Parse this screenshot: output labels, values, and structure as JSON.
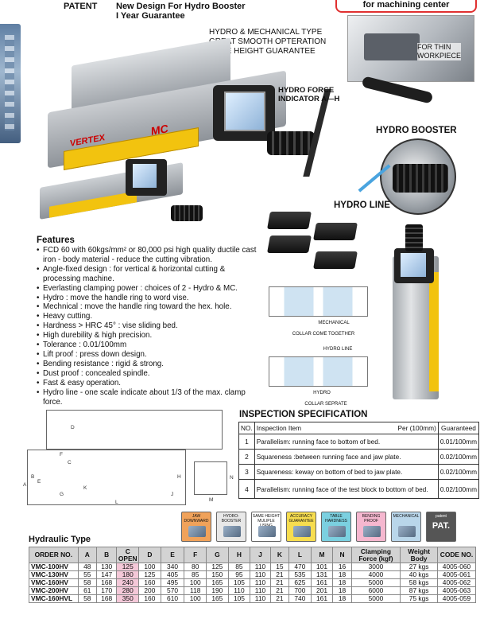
{
  "header": {
    "patent": "PATENT",
    "title_line1": "New Design For Hydro Booster",
    "title_line2": "I Year Guarantee",
    "banner": "for machining center"
  },
  "callouts": {
    "mech_line1": "HYDRO & MECHANICAL TYPE",
    "mech_line2": "GREAT SMOOTH OPTERATION",
    "mech_line3": "SAME HEIGHT GUARANTEE",
    "for_thin_1": "FOR THIN",
    "for_thin_2": "WORKPIECE",
    "force_1": "HYDRO FORCE",
    "force_2": "INDICATOR A—H",
    "booster": "HYDRO BOOSTER",
    "hydro_line": "HYDRO LINE",
    "vise_brand": "VERTEX",
    "vise_model": "MC"
  },
  "diagrams": {
    "mechanical": "MECHANICAL",
    "collar_together": "COLLAR  COME TOGETHER",
    "hydro_line": "HYDRO LINE",
    "hydro": "HYDRO",
    "collar_separate": "COLLAR  SEPRATE"
  },
  "features": {
    "heading": "Features",
    "items": [
      "FCD 60 with 60kgs/mm² or 80,000 psi high quality ductile cast",
      "iron - body material - reduce the cutting vibration.",
      "Angle-fixed design : for vertical & horizontal cutting &",
      "processing machine.",
      "Everlasting clamping power : choices of 2 - Hydro & MC.",
      "Hydro :  move the handle ring to word vise.",
      "Mechnical : move the handle ring toward the hex. hole.",
      "Heavy cutting.",
      "Hardness > HRC 45° : vise sliding bed.",
      "High durebility & high precision.",
      "Tolerance : 0.01/100mm",
      "Lift proof : press down design.",
      "Bending resistance : rigid & strong.",
      "Dust proof : concealed spindle.",
      "Fast & easy operation.",
      "Hydro line - one scale indicate about 1/3 of the max. clamp",
      "force."
    ]
  },
  "drawing_labels": {
    "a": "A",
    "b": "B",
    "c": "C",
    "d": "D",
    "e": "E",
    "f": "F",
    "g": "G",
    "h": "H",
    "j": "J",
    "k": "K",
    "l": "L",
    "m": "M",
    "n": "N"
  },
  "inspection": {
    "title": "INSPECTION SPECIFICATION",
    "headers": {
      "no": "NO.",
      "item": "Inspection Item",
      "per": "Per (100mm)",
      "guaranteed": "Guaranteed"
    },
    "rows": [
      {
        "no": "1",
        "item": "Parallelism: running face to bottom of bed.",
        "value": "0.01/100mm"
      },
      {
        "no": "2",
        "item": "Squareness :between running face and jaw plate.",
        "value": "0.02/100mm"
      },
      {
        "no": "3",
        "item": "Squareness: keway on bottom of bed to jaw plate.",
        "value": "0.02/100mm"
      },
      {
        "no": "4",
        "item": "Parallelism: running face of the test block to bottom of bed.",
        "value": "0.02/100mm"
      }
    ]
  },
  "icons": [
    {
      "name": "jaw-downward-icon",
      "label": "JAW DOWNWARD",
      "color": "#f0a25a"
    },
    {
      "name": "hydro-booster-icon",
      "label": "HYDRO-BOOSTER",
      "color": "#e8e8e8"
    },
    {
      "name": "same-height-icon",
      "label": "SAME HEIGHT MULIPLE USING",
      "color": "#ffffff"
    },
    {
      "name": "accuracy-icon",
      "label": "ACCURACY GUARANTEE",
      "color": "#f7dd4f"
    },
    {
      "name": "table-hardness-icon",
      "label": "TABLE HARDNESS",
      "color": "#7bd0e0"
    },
    {
      "name": "bending-proof-icon",
      "label": "BENDING PROOF",
      "color": "#f5b7cf"
    },
    {
      "name": "mechanical-icon",
      "label": "MECHANICAL",
      "color": "#b9d6ea"
    },
    {
      "name": "patent-icon",
      "label": "patent",
      "label2": "PAT.",
      "color": "#555555"
    }
  ],
  "hydraulic": {
    "title": "Hydraulic Type",
    "headers": [
      "ORDER NO.",
      "A",
      "B",
      "C OPEN",
      "D",
      "E",
      "F",
      "G",
      "H",
      "J",
      "K",
      "L",
      "M",
      "N",
      "Clamping Force (kgf)",
      "Weight Body",
      "CODE NO."
    ],
    "rows": [
      [
        "VMC-100HV",
        "48",
        "130",
        "125",
        "100",
        "340",
        "80",
        "125",
        "85",
        "110",
        "15",
        "470",
        "101",
        "16",
        "3000",
        "27 kgs",
        "4005-060"
      ],
      [
        "VMC-130HV",
        "55",
        "147",
        "180",
        "125",
        "405",
        "85",
        "150",
        "95",
        "110",
        "21",
        "535",
        "131",
        "18",
        "4000",
        "40 kgs",
        "4005-061"
      ],
      [
        "VMC-160HV",
        "58",
        "168",
        "240",
        "160",
        "495",
        "100",
        "165",
        "105",
        "110",
        "21",
        "625",
        "161",
        "18",
        "5000",
        "58 kgs",
        "4005-062"
      ],
      [
        "VMC-200HV",
        "61",
        "170",
        "280",
        "200",
        "570",
        "118",
        "190",
        "110",
        "110",
        "21",
        "700",
        "201",
        "18",
        "6000",
        "87 kgs",
        "4005-063"
      ],
      [
        "VMC-160HVL",
        "58",
        "168",
        "350",
        "160",
        "610",
        "100",
        "165",
        "105",
        "110",
        "21",
        "740",
        "161",
        "18",
        "5000",
        "75 kgs",
        "4005-059"
      ]
    ]
  }
}
